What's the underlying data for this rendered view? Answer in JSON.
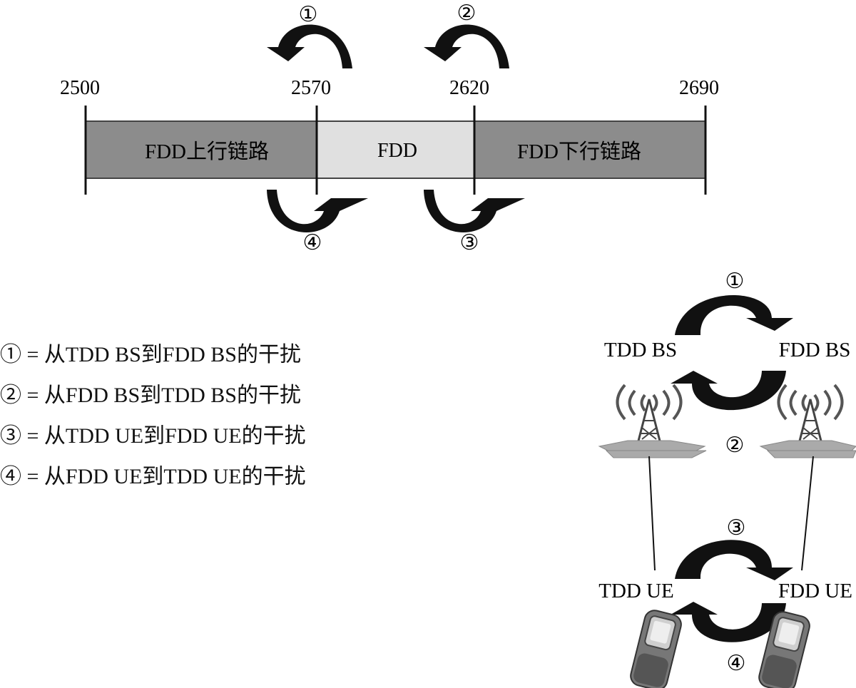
{
  "band": {
    "boundaries": [
      "2500",
      "2570",
      "2620",
      "2690"
    ],
    "segments": [
      {
        "label": "FDD上行链路",
        "fill": "#8c8c8c"
      },
      {
        "label": "FDD",
        "fill": "#e0e0e0"
      },
      {
        "label": "FDD下行链路",
        "fill": "#8c8c8c"
      }
    ],
    "markers": {
      "top_left": "①",
      "top_right": "②",
      "bottom_left": "④",
      "bottom_right": "③"
    }
  },
  "legend": [
    "① = 从TDD BS到FDD BS的干扰",
    "② = 从FDD BS到TDD BS的干扰",
    "③ = 从TDD UE到FDD UE的干扰",
    "④ = 从FDD UE到TDD UE的干扰"
  ],
  "network": {
    "labels": {
      "tdd_bs": "TDD BS",
      "fdd_bs": "FDD BS",
      "tdd_ue": "TDD UE",
      "fdd_ue": "FDD UE"
    },
    "markers": {
      "bs_top": "①",
      "bs_bottom": "②",
      "ue_top": "③",
      "ue_bottom": "④"
    }
  },
  "colors": {
    "arrow": "#111111",
    "band_dark": "#8c8c8c",
    "band_light": "#e0e0e0"
  }
}
